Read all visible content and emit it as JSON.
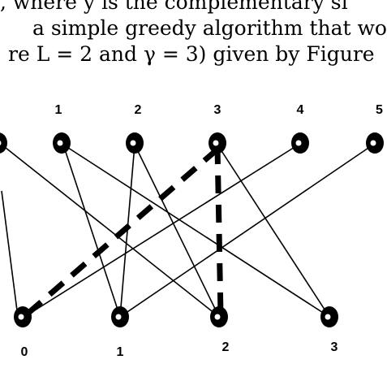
{
  "text_lines": [
    ", where ȳ is the complementary si",
    "a simple greedy algorithm that wo",
    "re L = 2 and γ = 3) given by Figure"
  ],
  "top_labels": [
    "1",
    "2",
    "3",
    "4",
    "5"
  ],
  "bottom_labels": [
    "0",
    "1",
    "2",
    "3"
  ]
}
